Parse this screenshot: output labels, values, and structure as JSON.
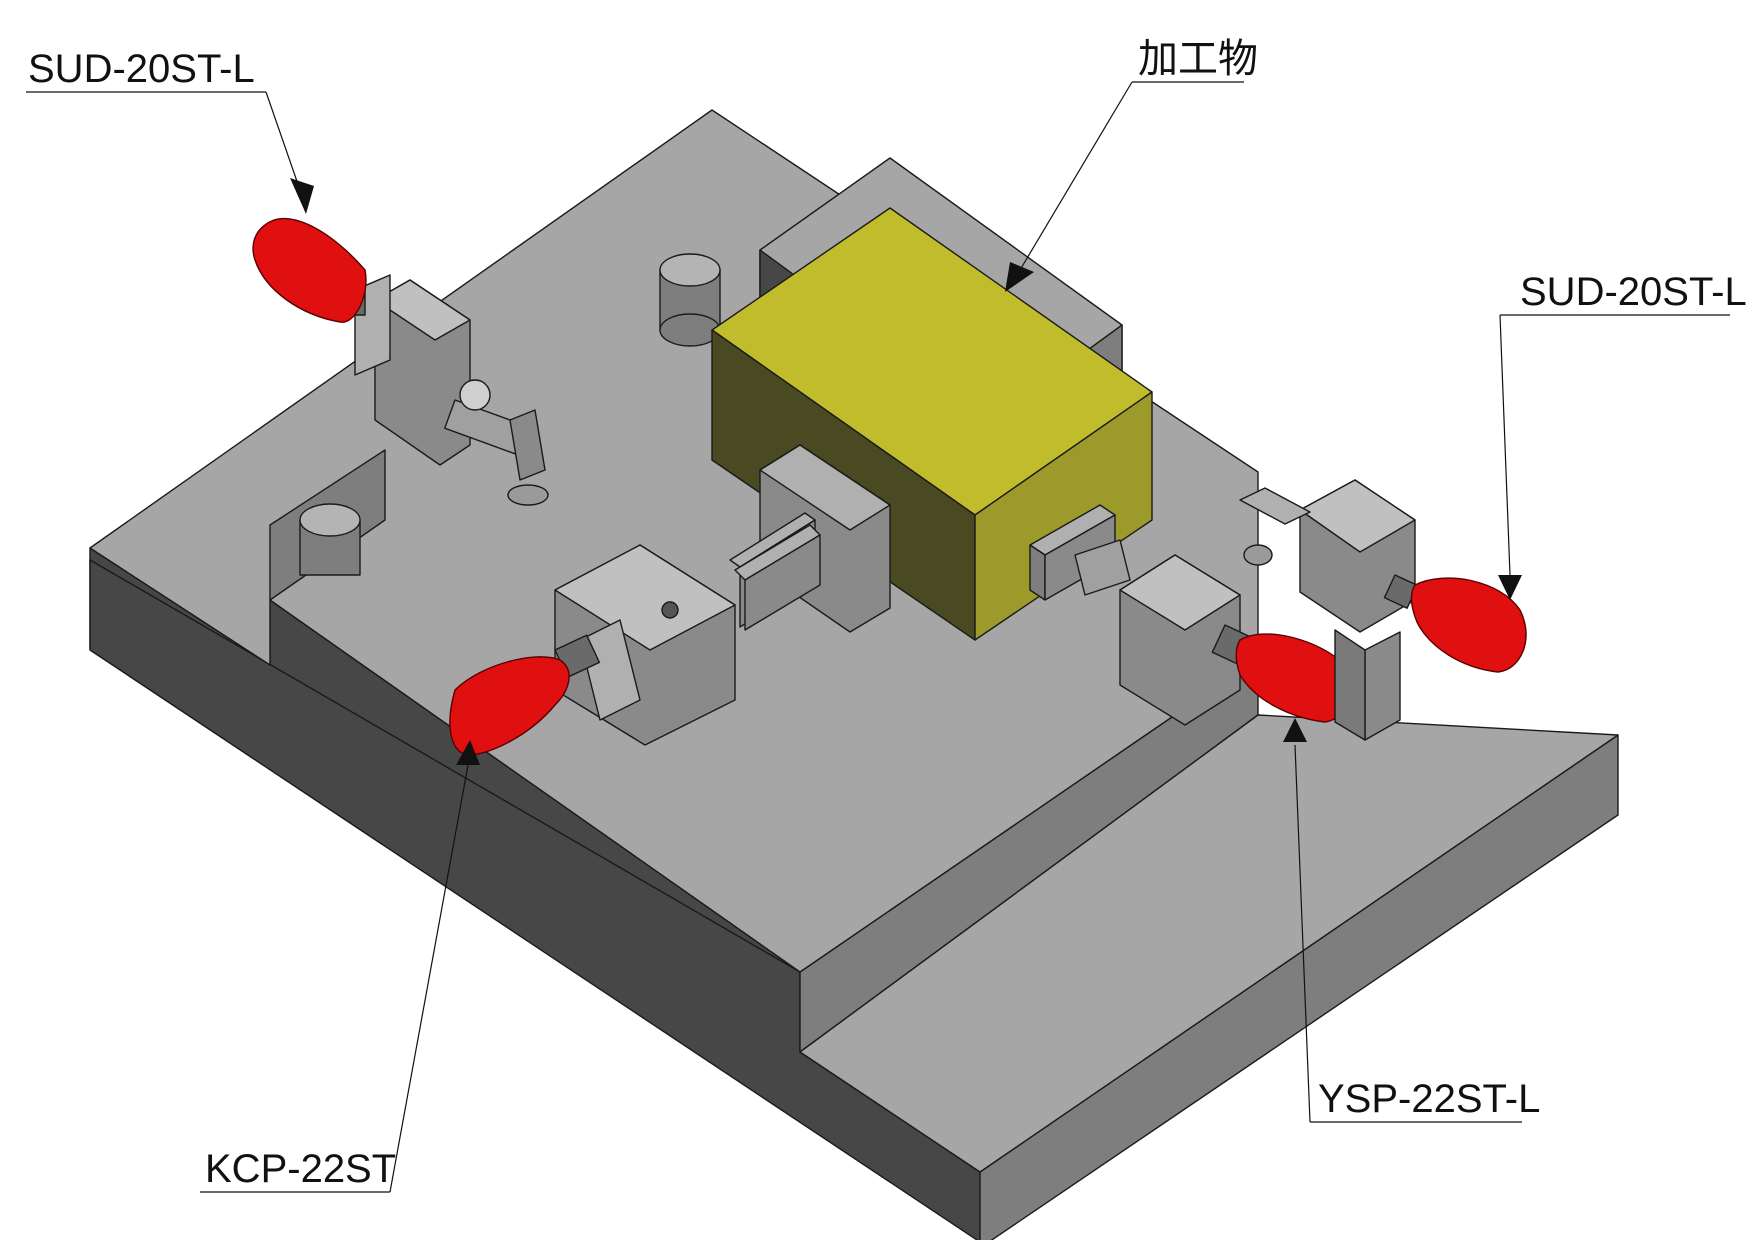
{
  "labels": {
    "top_left": "SUD-20ST-L",
    "top_center": "加工物",
    "right": "SUD-20ST-L",
    "bottom_right": "YSP-22ST-L",
    "bottom_left": "KCP-22ST"
  },
  "colors": {
    "plate_top": "#a6a6a6",
    "plate_front": "#474747",
    "plate_side": "#7e7e7e",
    "workpiece_top": "#c0bc2c",
    "workpiece_front": "#4a4a22",
    "workpiece_side": "#9c9a2a",
    "clamp_knob": "#e01010",
    "clamp_body": "#a8a8a8"
  }
}
